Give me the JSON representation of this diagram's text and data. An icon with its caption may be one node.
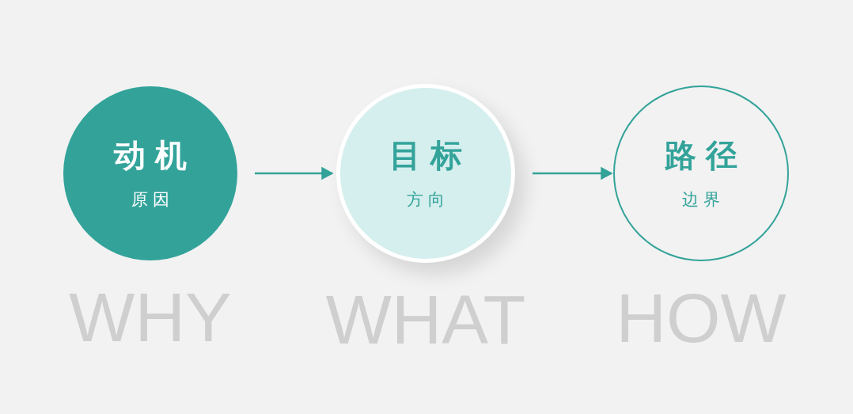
{
  "diagram": {
    "nodes": [
      {
        "text": [
          "动机",
          "原因"
        ],
        "beside": [
          "WHY"
        ]
      },
      {
        "text": [
          "目标",
          "方向"
        ],
        "beside": [
          "WHAT"
        ]
      },
      {
        "text": [
          "路径",
          "边界"
        ],
        "beside": [
          "HOW"
        ]
      }
    ],
    "edges": [
      {
        "from": 0,
        "to": 1,
        "arrow": "to"
      },
      {
        "from": 1,
        "to": 2,
        "arrow": "to"
      }
    ]
  }
}
